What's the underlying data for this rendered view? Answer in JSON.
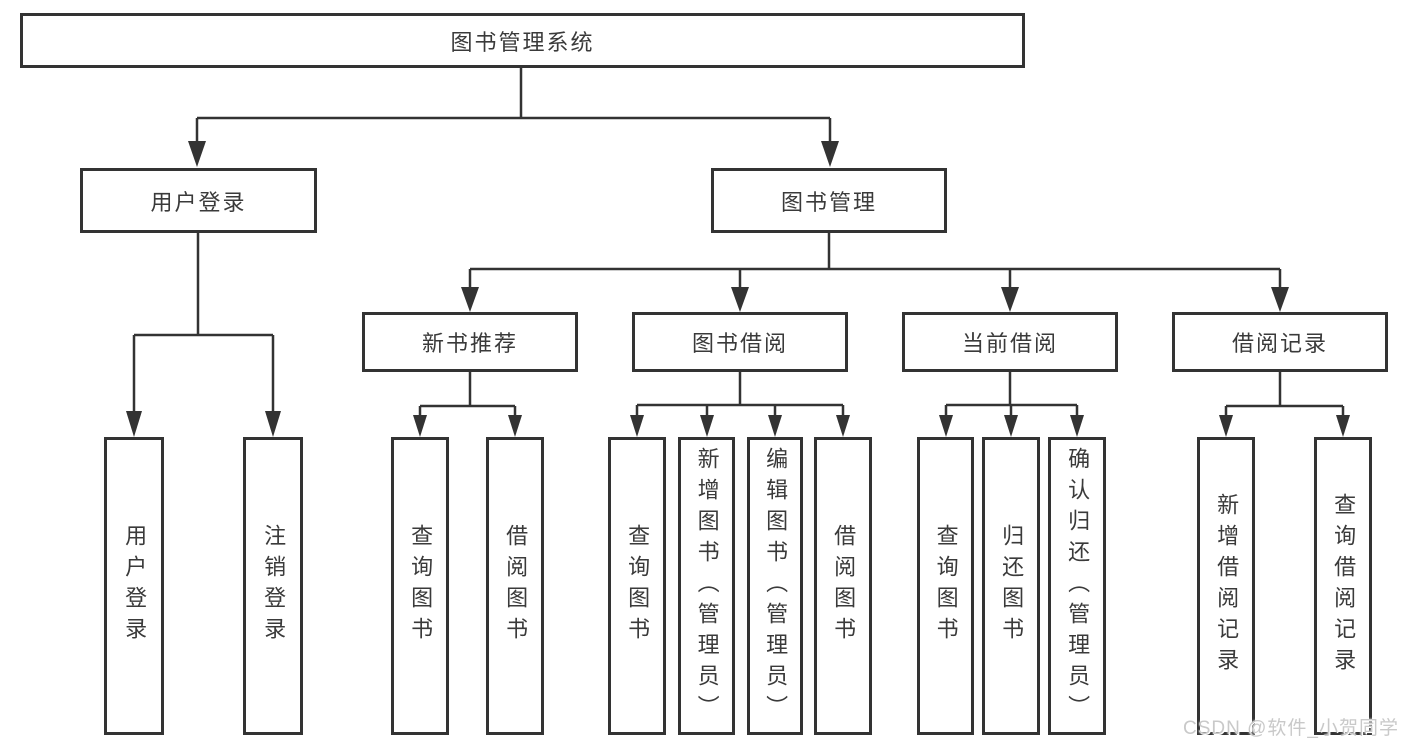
{
  "theme": {
    "background": "#ffffff",
    "line_color": "#333333",
    "box_border_color": "#333333",
    "text_color": "#3a3a3a",
    "watermark_color": "#c9c9c9"
  },
  "watermark": "CSDN @软件_小贺同学",
  "tree": {
    "label": "图书管理系统",
    "children": [
      {
        "label": "用户登录",
        "children": [
          {
            "label": "用户登录"
          },
          {
            "label": "注销登录"
          }
        ]
      },
      {
        "label": "图书管理",
        "children": [
          {
            "label": "新书推荐",
            "children": [
              {
                "label": "查询图书"
              },
              {
                "label": "借阅图书"
              }
            ]
          },
          {
            "label": "图书借阅",
            "children": [
              {
                "label": "查询图书"
              },
              {
                "label": "新增图书（管理员）"
              },
              {
                "label": "编辑图书（管理员）"
              },
              {
                "label": "借阅图书"
              }
            ]
          },
          {
            "label": "当前借阅",
            "children": [
              {
                "label": "查询图书"
              },
              {
                "label": "归还图书"
              },
              {
                "label": "确认归还（管理员）"
              }
            ]
          },
          {
            "label": "借阅记录",
            "children": [
              {
                "label": "新增借阅记录"
              },
              {
                "label": "查询借阅记录"
              }
            ]
          }
        ]
      }
    ]
  }
}
